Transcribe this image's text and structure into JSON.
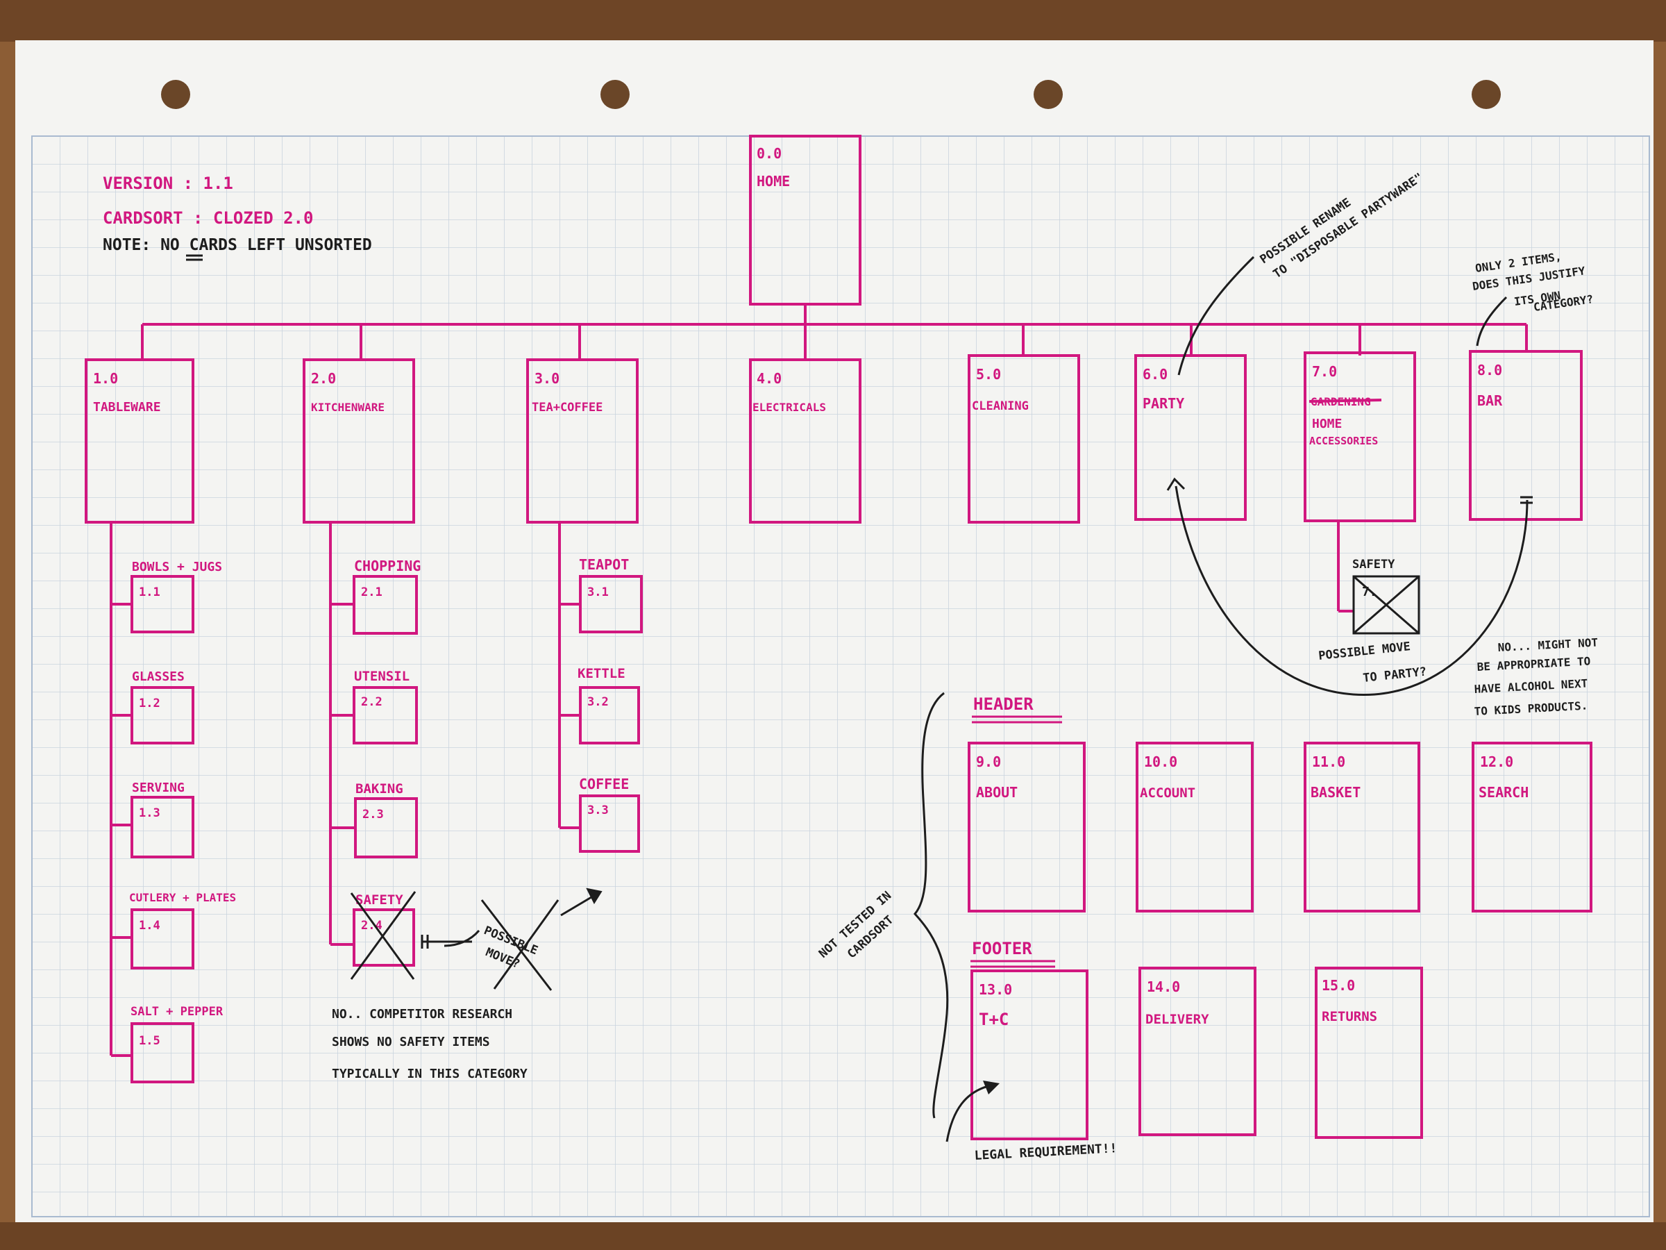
{
  "notes": {
    "version": "VERSION : 1.1",
    "cardsort": "CARDSORT : CLOZED 2.0",
    "note": "NOTE: NO CARDS LEFT UNSORTED"
  },
  "home": {
    "num": "0.0",
    "label": "HOME"
  },
  "categories": [
    {
      "num": "1.0",
      "label": "TABLEWARE"
    },
    {
      "num": "2.0",
      "label": "KITCHENWARE"
    },
    {
      "num": "3.0",
      "label": "TEA+COFFEE"
    },
    {
      "num": "4.0",
      "label": "ELECTRICALS"
    },
    {
      "num": "5.0",
      "label": "CLEANING"
    },
    {
      "num": "6.0",
      "label": "PARTY"
    },
    {
      "num": "7.0",
      "label": "GARDENING",
      "label2": "HOME",
      "label3": "ACCESSORIES"
    },
    {
      "num": "8.0",
      "label": "BAR"
    }
  ],
  "sub1": [
    {
      "label": "BOWLS + JUGS",
      "num": "1.1"
    },
    {
      "label": "GLASSES",
      "num": "1.2"
    },
    {
      "label": "SERVING",
      "num": "1.3"
    },
    {
      "label": "CUTLERY + PLATES",
      "num": "1.4"
    },
    {
      "label": "SALT + PEPPER",
      "num": "1.5"
    }
  ],
  "sub2": [
    {
      "label": "CHOPPING",
      "num": "2.1"
    },
    {
      "label": "UTENSIL",
      "num": "2.2"
    },
    {
      "label": "BAKING",
      "num": "2.3"
    },
    {
      "label": "SAFETY",
      "num": "2.4"
    }
  ],
  "sub3": [
    {
      "label": "TEAPOT",
      "num": "3.1"
    },
    {
      "label": "KETTLE",
      "num": "3.2"
    },
    {
      "label": "COFFEE",
      "num": "3.3"
    }
  ],
  "safety7": {
    "label": "SAFETY",
    "num": "7."
  },
  "header": {
    "title": "HEADER",
    "cards": [
      {
        "num": "9.0",
        "label": "ABOUT"
      },
      {
        "num": "10.0",
        "label": "ACCOUNT"
      },
      {
        "num": "11.0",
        "label": "BASKET"
      },
      {
        "num": "12.0",
        "label": "SEARCH"
      }
    ]
  },
  "footer": {
    "title": "FOOTER",
    "cards": [
      {
        "num": "13.0",
        "label": "T+C"
      },
      {
        "num": "14.0",
        "label": "DELIVERY"
      },
      {
        "num": "15.0",
        "label": "RETURNS"
      }
    ]
  },
  "annotations": {
    "rename1": "POSSIBLE RENAME",
    "rename2": "TO \"DISPOSABLE PARTYWARE\"",
    "bar1": "ONLY 2 ITEMS,",
    "bar2": "DOES THIS JUSTIFY",
    "bar3": "ITS OWN",
    "bar4": "CATEGORY?",
    "move_party1": "POSSIBLE MOVE",
    "move_party2": "TO PARTY?",
    "alcohol1": "NO... MIGHT NOT",
    "alcohol2": "BE APPROPRIATE TO",
    "alcohol3": "HAVE ALCOHOL NEXT",
    "alcohol4": "TO KIDS PRODUCTS.",
    "possible_move1": "POSSIBLE",
    "possible_move2": "MOVE?",
    "competitor1": "NO.. COMPETITOR RESEARCH",
    "competitor2": "SHOWS NO SAFETY ITEMS",
    "competitor3": "TYPICALLY IN THIS CATEGORY",
    "not_tested1": "NOT TESTED IN",
    "not_tested2": "CARDSORT",
    "legal": "LEGAL REQUIREMENT!!"
  }
}
